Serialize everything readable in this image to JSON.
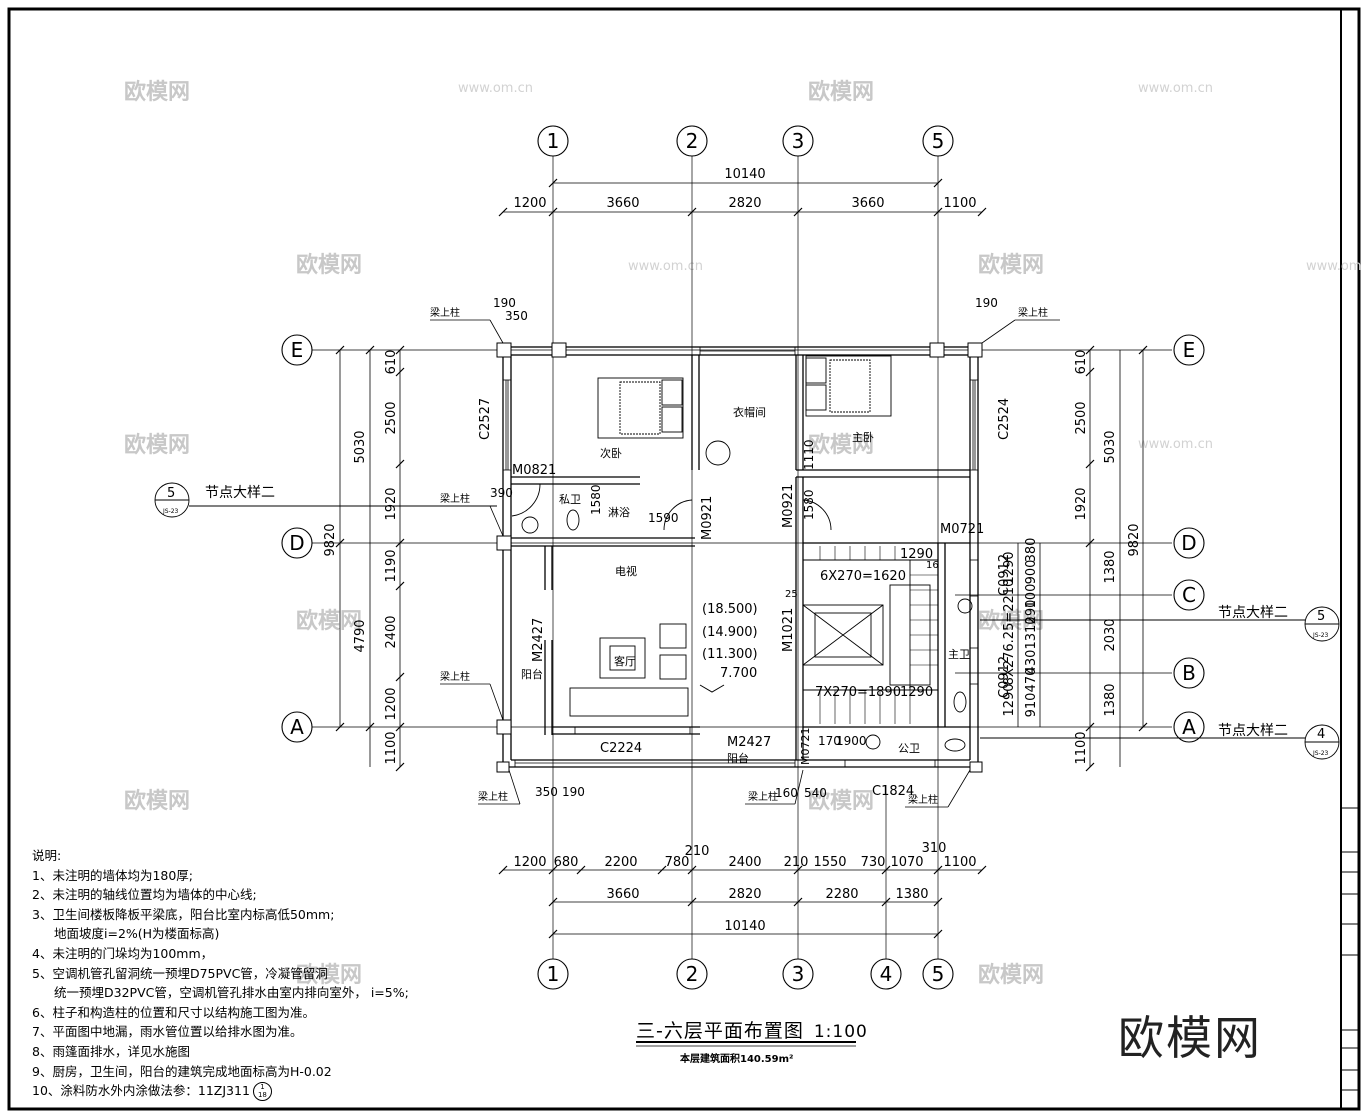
{
  "title": "三-六层平面布置图",
  "scale": "1:100",
  "area_note": "本层建筑面积140.59m²",
  "watermark_big": "欧模网",
  "watermark_small": "欧模网",
  "watermark_url": "www.om.cn",
  "axes": {
    "top": [
      "1",
      "2",
      "3",
      "5"
    ],
    "bottom": [
      "1",
      "2",
      "3",
      "4",
      "5"
    ],
    "left": [
      "E",
      "D",
      "A"
    ],
    "right": [
      "E",
      "D",
      "C",
      "B",
      "A"
    ]
  },
  "dims": {
    "top_total": "10140",
    "top_parts": [
      "1200",
      "3660",
      "2820",
      "3660",
      "1100"
    ],
    "bottom_row1": [
      "1200",
      "680",
      "2200",
      "780",
      "210",
      "2400",
      "210",
      "1550",
      "730",
      "1070",
      "310",
      "1100"
    ],
    "bottom_row2": [
      "3660",
      "2820",
      "2280",
      "1380"
    ],
    "bottom_total": "10140",
    "left_outer": [
      "5030",
      "4790"
    ],
    "left_total": "9820",
    "left_inner": [
      "610",
      "2500",
      "1920",
      "1190",
      "2400",
      "1200",
      "1100"
    ],
    "right_inner": [
      "610",
      "2500",
      "1920",
      "1290",
      "900",
      "380",
      "100",
      "290",
      "1310",
      "430",
      "470",
      "910",
      "1290"
    ],
    "right_mid": [
      "5030",
      "1380",
      "2030",
      "1380",
      "1100"
    ],
    "right_total": "9820",
    "right_stair": [
      "8X276.25=2210",
      "2210"
    ]
  },
  "rooms": [
    "次卧",
    "衣帽间",
    "主卧",
    "私卫",
    "淋浴",
    "客厅",
    "阳台",
    "电视",
    "主卫",
    "公卫",
    "阳台"
  ],
  "labels": {
    "windows": [
      "C2527",
      "C2524",
      "C2224",
      "C0912",
      "C0912",
      "C1824"
    ],
    "doors": [
      "M0821",
      "M0921",
      "M0921",
      "M0721",
      "M2427",
      "M1021",
      "M2427",
      "M0721"
    ],
    "elevations": [
      "(18.500)",
      "(14.900)",
      "(11.300)",
      "7.700"
    ],
    "stairs": [
      "6X270=1620",
      "7X270=1890",
      "1290",
      "1290",
      "25",
      "16"
    ],
    "col_label": "梁上柱",
    "node_detail": "节点大样二",
    "detail_ref": [
      "5",
      "5",
      "4"
    ],
    "detail_sheet": "JS-23",
    "misc": [
      "190",
      "350",
      "390",
      "1590",
      "1580",
      "1110",
      "1580",
      "1190",
      "190",
      "170",
      "1900",
      "160",
      "540",
      "350",
      "190"
    ]
  },
  "notes": [
    "说明:",
    "1、未注明的墙体均为180厚;",
    "2、未注明的轴线位置均为墙体的中心线;",
    "3、卫生间楼板降板平梁底，阳台比室内标高低50mm;",
    "地面坡度i=2%(H为楼面标高)",
    "4、未注明的门垛均为100mm，",
    "5、空调机管孔留洞统一预埋D75PVC管，冷凝管留洞",
    "统一预埋D32PVC管，空调机管孔排水由室内排向室外，  i=5%;",
    "6、柱子和构造柱的位置和尺寸以结构施工图为准。",
    "7、平面图中地漏，雨水管位置以给排水图为准。",
    "8、雨篷面排水，详见水施图",
    "9、厨房，卫生间，阳台的建筑完成地面标高为H-0.02",
    "10、涂料防水外内涂做法参：11ZJ311"
  ],
  "note_ref": [
    "1",
    "18"
  ],
  "colors": {
    "line": "#000000",
    "watermark": "#c8c8c8"
  }
}
